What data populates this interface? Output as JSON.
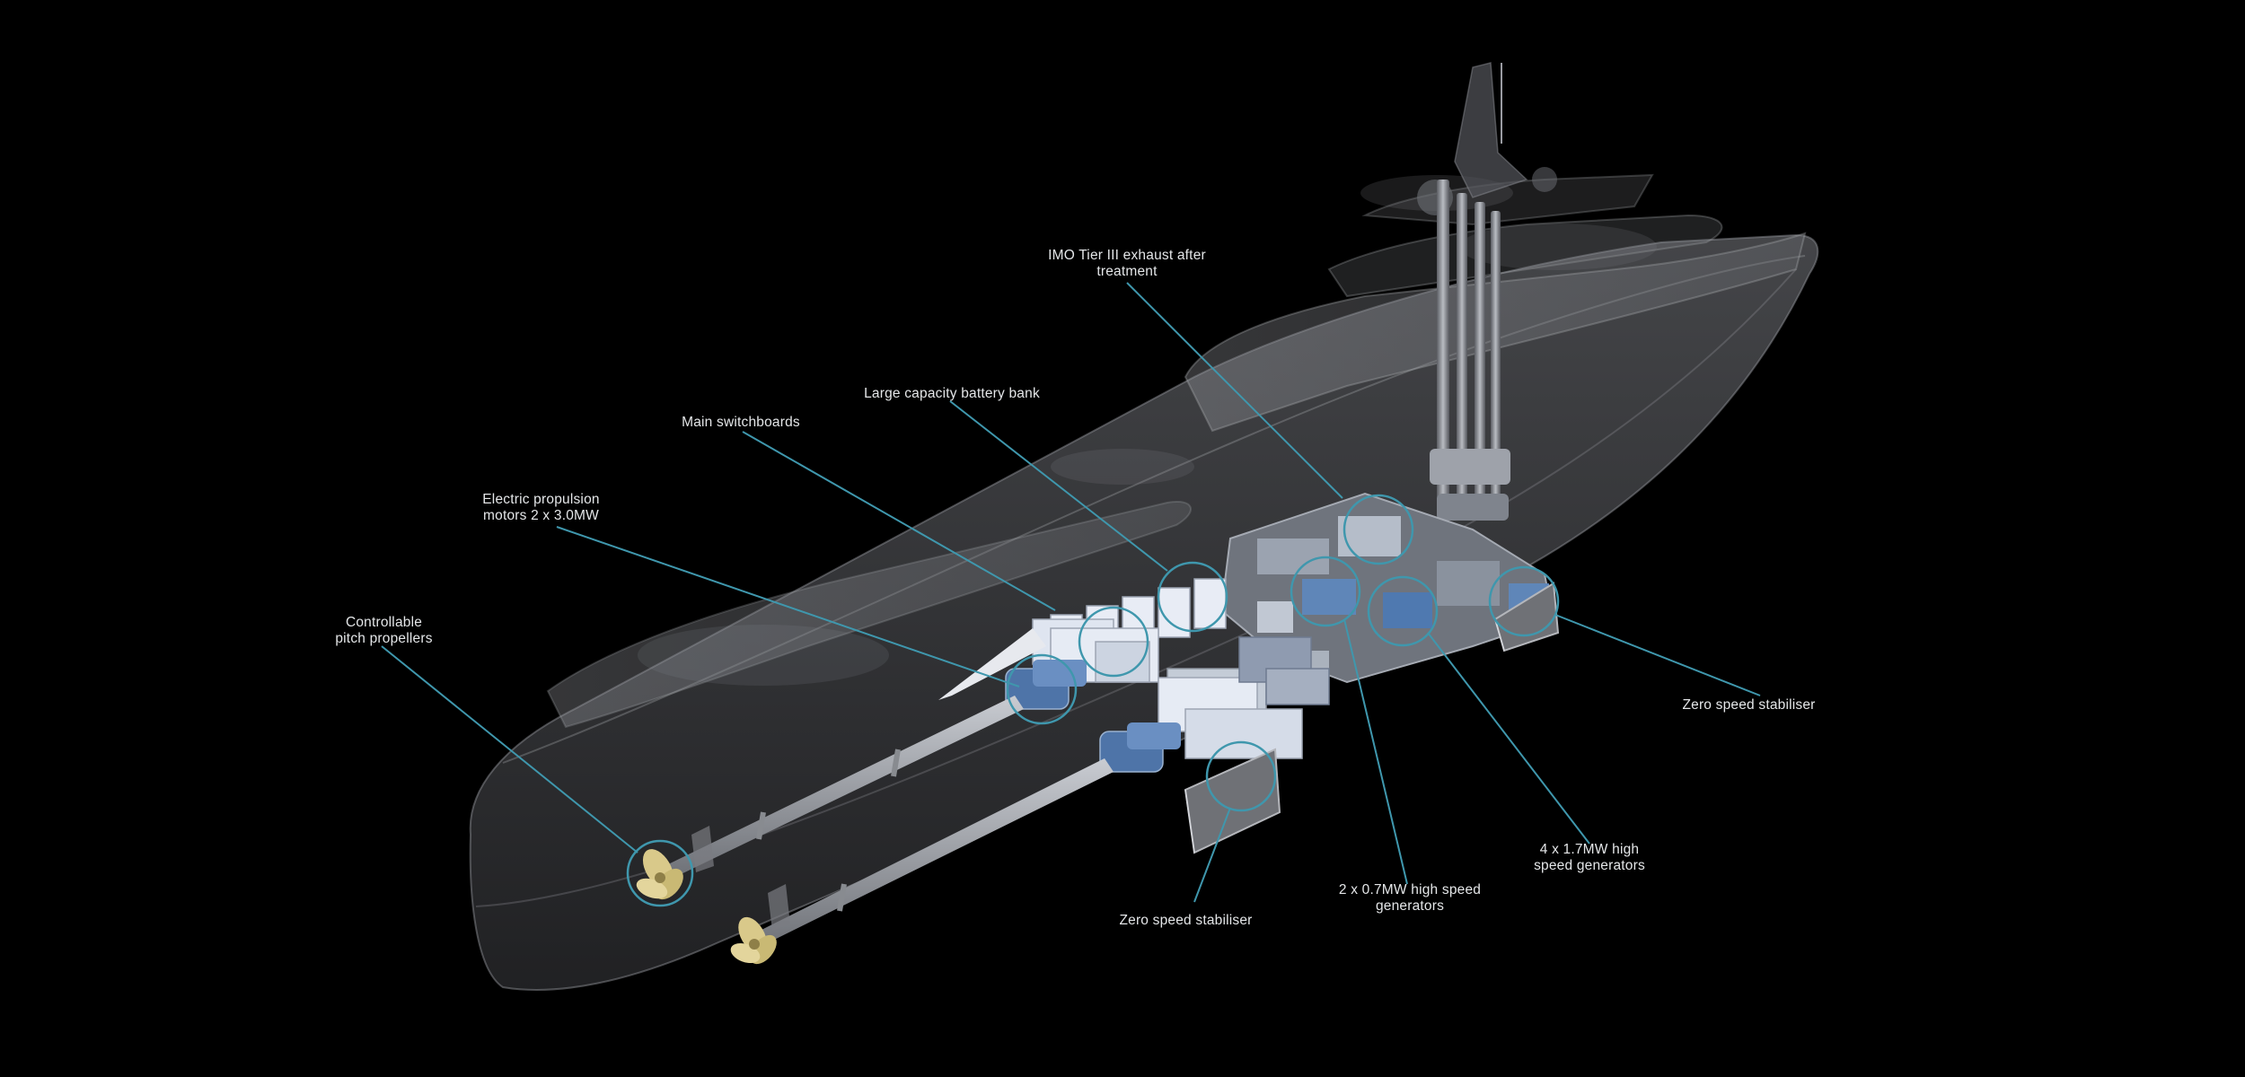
{
  "colors": {
    "background": "#000000",
    "callout_line": "#3f97ad",
    "label_text": "#e4e6e8",
    "hull": "#8d8f94",
    "propeller": "#d9c98a",
    "equipment": "#c7d2e6"
  },
  "callouts": {
    "imo_exhaust": {
      "line1": "IMO Tier III exhaust after",
      "line2": "treatment"
    },
    "battery_bank": {
      "line1": "Large capacity battery bank"
    },
    "main_switchboards": {
      "line1": "Main switchboards"
    },
    "electric_motors": {
      "line1": "Electric propulsion",
      "line2": "motors 2 x 3.0MW"
    },
    "propellers": {
      "line1": "Controllable",
      "line2": "pitch propellers"
    },
    "stabiliser_right": {
      "line1": "Zero speed stabiliser"
    },
    "stabiliser_bottom": {
      "line1": "Zero speed stabiliser"
    },
    "generators_small": {
      "line1": "2 x 0.7MW high speed",
      "line2": "generators"
    },
    "generators_large": {
      "line1": "4 x 1.7MW high",
      "line2": "speed generators"
    }
  }
}
